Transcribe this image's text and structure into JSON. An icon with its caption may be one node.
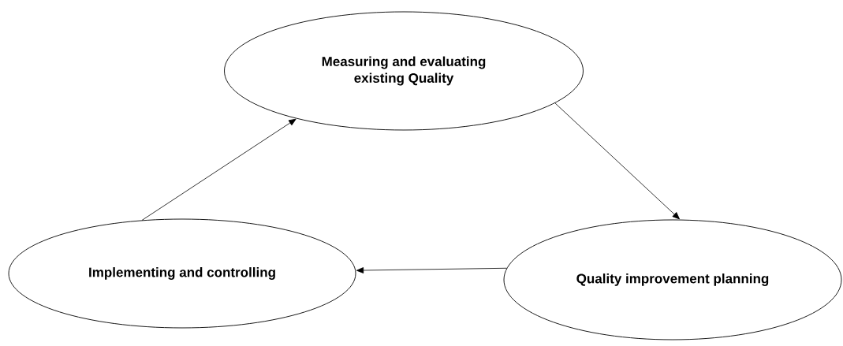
{
  "diagram": {
    "nodes": [
      {
        "text": [
          "Measuring and evaluating existing Quality"
        ]
      },
      {
        "text": [
          "Quality improvement planning"
        ]
      },
      {
        "text": [
          "Implementing and controlling"
        ]
      }
    ],
    "edges": [
      {
        "from": 0,
        "to": 1,
        "arrow": "to"
      },
      {
        "from": 1,
        "to": 2,
        "arrow": "to"
      },
      {
        "from": 2,
        "to": 0,
        "arrow": "to"
      }
    ]
  }
}
